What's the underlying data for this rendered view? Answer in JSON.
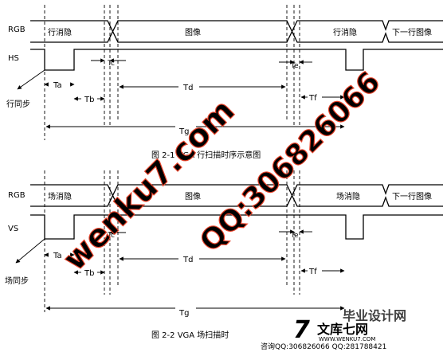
{
  "figure1": {
    "rgb_label": "RGB",
    "sync_label": "HS",
    "blank_text": "行消隐",
    "image_text": "图像",
    "blank_text_right": "行消隐",
    "next_text": "下一行图像",
    "sync_pulse_label": "行同步",
    "timing": [
      "Ta",
      "Tb",
      "Tc",
      "Td",
      "Te",
      "Tf",
      "Tg"
    ],
    "caption": "图 2-1  VGA 行扫描时序示意图"
  },
  "figure2": {
    "rgb_label": "RGB",
    "sync_label": "VS",
    "blank_text": "场消隐",
    "image_text": "图像",
    "blank_text_right": "场消隐",
    "next_text": "下一行图像",
    "sync_pulse_label": "场同步",
    "timing": [
      "Ta",
      "Tb",
      "Tc",
      "Td",
      "Te",
      "Tf",
      "Tg"
    ],
    "caption": "图 2-2   VGA 场扫描时"
  },
  "watermark": {
    "site_text": "wenku7.com",
    "qq_text": "QQ:306826066",
    "logo_partial": "毕业设计网"
  },
  "brand": {
    "logo_mark": "7",
    "name": "文库七网",
    "url": "WWW.WENKU7.COM",
    "contact": "咨询QQ:306826066 QQ:281788421"
  },
  "colors": {
    "line": "#000000",
    "watermark": "#e8432a",
    "logo_accent": "#f3b23a",
    "brand_red": "#d32b1f"
  }
}
